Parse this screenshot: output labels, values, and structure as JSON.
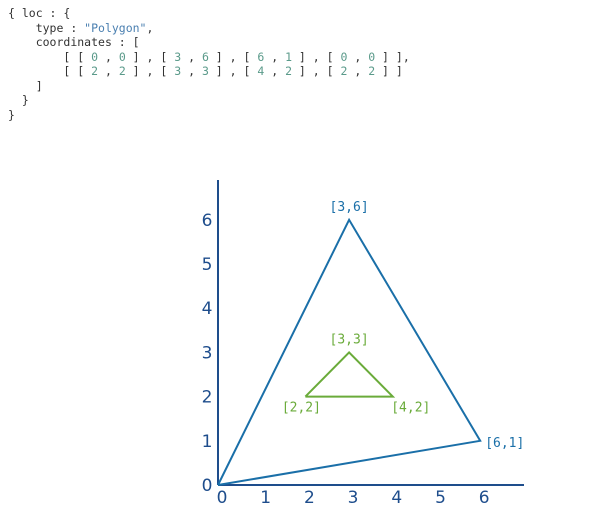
{
  "code": {
    "lines": [
      {
        "indent": 0,
        "parts": [
          {
            "t": "p",
            "v": "{ loc : {"
          }
        ]
      },
      {
        "indent": 1,
        "parts": [
          {
            "t": "p",
            "v": "type : "
          },
          {
            "t": "s",
            "v": "\"Polygon\""
          },
          {
            "t": "p",
            "v": ","
          }
        ]
      },
      {
        "indent": 1,
        "parts": [
          {
            "t": "p",
            "v": "coordinates : ["
          }
        ]
      },
      {
        "indent": 2,
        "parts": [
          {
            "t": "p",
            "v": "[ [ "
          },
          {
            "t": "n",
            "v": "0"
          },
          {
            "t": "p",
            "v": " , "
          },
          {
            "t": "n",
            "v": "0"
          },
          {
            "t": "p",
            "v": " ] , [ "
          },
          {
            "t": "n",
            "v": "3"
          },
          {
            "t": "p",
            "v": " , "
          },
          {
            "t": "n",
            "v": "6"
          },
          {
            "t": "p",
            "v": " ] , [ "
          },
          {
            "t": "n",
            "v": "6"
          },
          {
            "t": "p",
            "v": " , "
          },
          {
            "t": "n",
            "v": "1"
          },
          {
            "t": "p",
            "v": " ] , [ "
          },
          {
            "t": "n",
            "v": "0"
          },
          {
            "t": "p",
            "v": " , "
          },
          {
            "t": "n",
            "v": "0"
          },
          {
            "t": "p",
            "v": " ] ],"
          }
        ]
      },
      {
        "indent": 2,
        "parts": [
          {
            "t": "p",
            "v": "[ [ "
          },
          {
            "t": "n",
            "v": "2"
          },
          {
            "t": "p",
            "v": " , "
          },
          {
            "t": "n",
            "v": "2"
          },
          {
            "t": "p",
            "v": " ] , [ "
          },
          {
            "t": "n",
            "v": "3"
          },
          {
            "t": "p",
            "v": " , "
          },
          {
            "t": "n",
            "v": "3"
          },
          {
            "t": "p",
            "v": " ] , [ "
          },
          {
            "t": "n",
            "v": "4"
          },
          {
            "t": "p",
            "v": " , "
          },
          {
            "t": "n",
            "v": "2"
          },
          {
            "t": "p",
            "v": " ] , [ "
          },
          {
            "t": "n",
            "v": "2"
          },
          {
            "t": "p",
            "v": " , "
          },
          {
            "t": "n",
            "v": "2"
          },
          {
            "t": "p",
            "v": " ] ]"
          }
        ]
      },
      {
        "indent": 1,
        "parts": [
          {
            "t": "p",
            "v": "]"
          }
        ]
      },
      {
        "indent": 0.5,
        "parts": [
          {
            "t": "p",
            "v": "}"
          }
        ]
      },
      {
        "indent": 0,
        "parts": [
          {
            "t": "p",
            "v": "}"
          }
        ]
      }
    ]
  },
  "diagram": {
    "x_ticks": [
      "0",
      "1",
      "2",
      "3",
      "4",
      "5",
      "6"
    ],
    "y_ticks": [
      "0",
      "1",
      "2",
      "3",
      "4",
      "5",
      "6"
    ],
    "outer_polygon": {
      "color": "#1a6fa8",
      "points": [
        [
          0,
          0
        ],
        [
          3,
          6
        ],
        [
          6,
          1
        ],
        [
          0,
          0
        ]
      ],
      "labels": [
        {
          "text": "[3,6]",
          "x": 3,
          "y": 6,
          "pos": "above"
        },
        {
          "text": "[6,1]",
          "x": 6,
          "y": 1,
          "pos": "right"
        }
      ]
    },
    "inner_polygon": {
      "color": "#6aab3a",
      "points": [
        [
          2,
          2
        ],
        [
          3,
          3
        ],
        [
          4,
          2
        ],
        [
          2,
          2
        ]
      ],
      "labels": [
        {
          "text": "[3,3]",
          "x": 3,
          "y": 3,
          "pos": "above"
        },
        {
          "text": "[2,2]",
          "x": 2,
          "y": 2,
          "pos": "below-left"
        },
        {
          "text": "[4,2]",
          "x": 4,
          "y": 2,
          "pos": "below-right"
        }
      ]
    },
    "axis_color": "#1e4d8c"
  }
}
